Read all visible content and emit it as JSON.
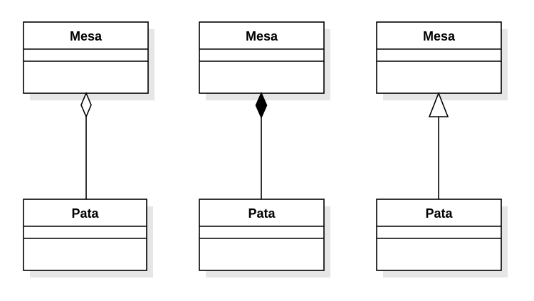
{
  "diagram": {
    "type": "uml-class-relationships",
    "colors": {
      "stroke": "#000000",
      "fill": "#ffffff",
      "shadow": "#e6e6e6"
    },
    "classes": [
      {
        "id": "mesa-1",
        "name": "Mesa"
      },
      {
        "id": "mesa-2",
        "name": "Mesa"
      },
      {
        "id": "mesa-3",
        "name": "Mesa"
      },
      {
        "id": "pata-1",
        "name": "Pata"
      },
      {
        "id": "pata-2",
        "name": "Pata"
      },
      {
        "id": "pata-3",
        "name": "Pata"
      }
    ],
    "relationships": [
      {
        "from": "pata-1",
        "to": "mesa-1",
        "kind": "aggregation",
        "head": "hollow-diamond"
      },
      {
        "from": "pata-2",
        "to": "mesa-2",
        "kind": "composition",
        "head": "filled-diamond"
      },
      {
        "from": "pata-3",
        "to": "mesa-3",
        "kind": "generalization",
        "head": "hollow-triangle"
      }
    ]
  }
}
